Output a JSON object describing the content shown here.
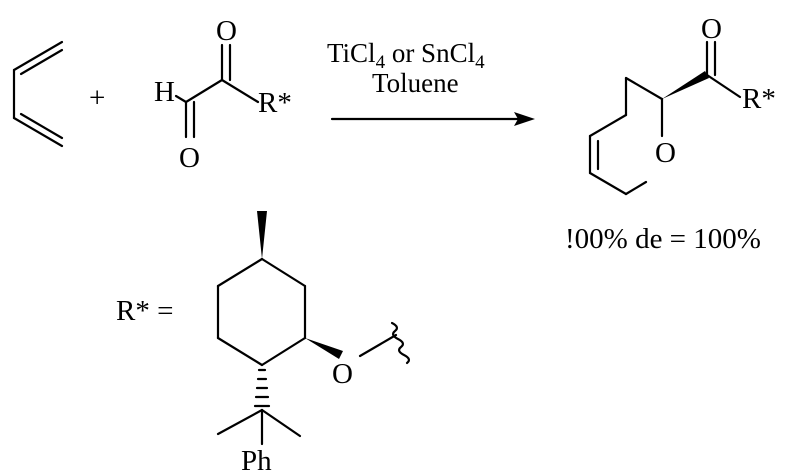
{
  "reactants": {
    "aldehyde_h": "H",
    "ketone_o": "O",
    "aldehyde_o": "O",
    "r_group": "R*"
  },
  "plus_sign": "+",
  "conditions": {
    "reagent_1": "TiCl",
    "reagent_1_sub": "4",
    "connector": " or SnCl",
    "reagent_2_sub": "4",
    "solvent": "Toluene"
  },
  "product": {
    "ketone_o": "O",
    "ring_o": "O",
    "r_group": "R*",
    "selectivity": "!00% de = 100%"
  },
  "auxiliary": {
    "label": "R* =",
    "ester_o": "O",
    "phenyl": "Ph"
  }
}
